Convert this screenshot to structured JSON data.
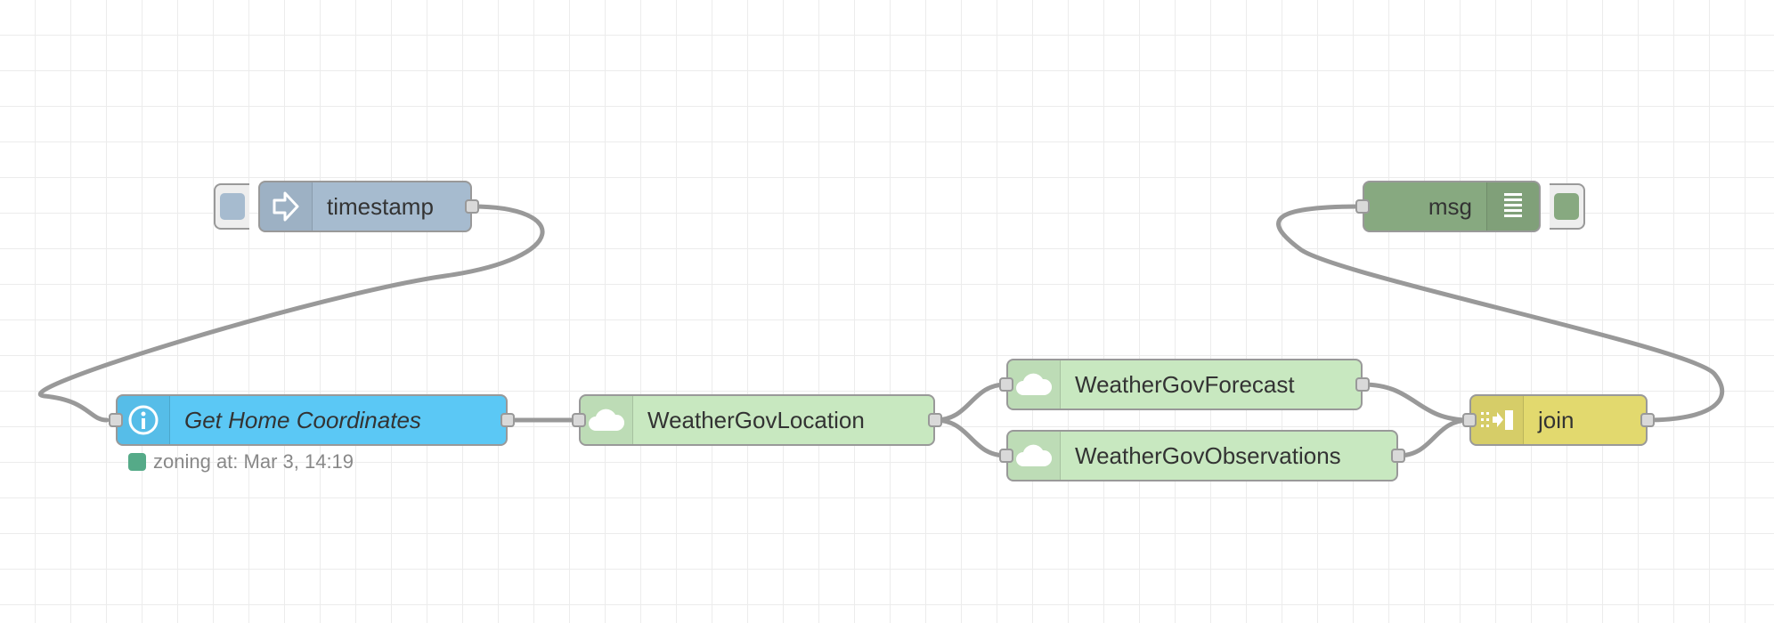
{
  "colors": {
    "inject": "#a6bbcf",
    "function": "#5bc8f5",
    "weather": "#c8e8c0",
    "join": "#e2d96e",
    "debug": "#87a980",
    "wire": "#999999",
    "status_ok": "#55aa88"
  },
  "nodes": {
    "timestamp": {
      "label": "timestamp",
      "icon": "arrow-in-icon"
    },
    "home_coords": {
      "label": "Get Home Coordinates",
      "icon": "info-icon",
      "status": "zoning at: Mar 3, 14:19"
    },
    "location": {
      "label": "WeatherGovLocation",
      "icon": "cloud-icon"
    },
    "forecast": {
      "label": "WeatherGovForecast",
      "icon": "cloud-icon"
    },
    "observations": {
      "label": "WeatherGovObservations",
      "icon": "cloud-icon"
    },
    "join": {
      "label": "join",
      "icon": "join-icon"
    },
    "debug": {
      "label": "msg",
      "icon": "list-icon"
    }
  }
}
